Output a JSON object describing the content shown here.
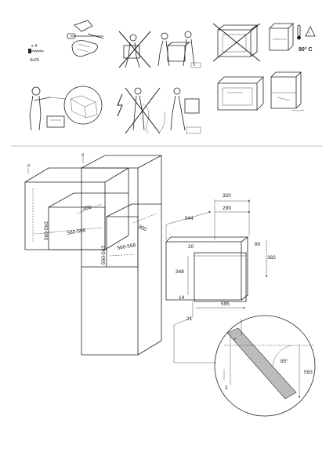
{
  "top_panel": {
    "screw_qty": "x 4",
    "screw_size": "4x25",
    "temperature": "90° C"
  },
  "diagram": {
    "left_cabinet": {
      "gap_top": "0",
      "depth": "300",
      "width": "560-568",
      "height": "560-563"
    },
    "column_cabinet": {
      "gap_top": "0",
      "depth": "300",
      "width": "560-568",
      "height": "560-563"
    },
    "oven": {
      "depth_overall": "544",
      "depth_top": "320",
      "depth_body": "299",
      "top_gap": "20",
      "panel_height": "80",
      "opening_height": "348",
      "total_height": "382",
      "bottom_gap": "14",
      "width": "595",
      "front_offset": "21"
    },
    "detail": {
      "angle": "85°",
      "height": "593",
      "offset": "2"
    }
  }
}
